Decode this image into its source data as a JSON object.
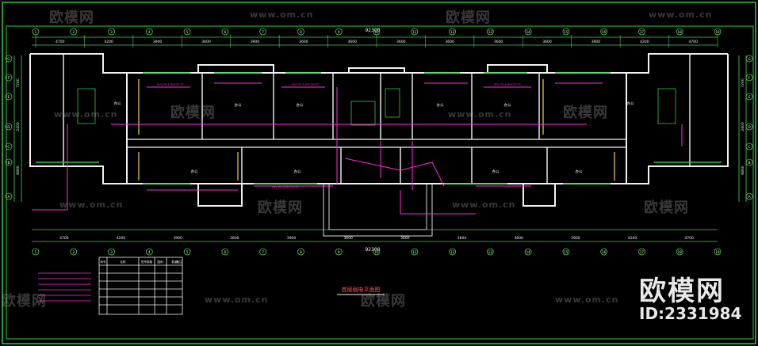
{
  "drawing": {
    "overall_dimension": "92300",
    "top_dimensions": [
      "4700",
      "4200",
      "3900",
      "3600",
      "3900",
      "3600",
      "3600",
      "3600",
      "3600",
      "3600",
      "3600",
      "3900",
      "4200",
      "4700"
    ],
    "bottom_dimensions": [
      "4700",
      "4200",
      "3900",
      "3600",
      "3900",
      "3600",
      "3600",
      "3600",
      "3600",
      "3900",
      "4200",
      "4700"
    ],
    "left_dimensions": [
      "7200",
      "2400",
      "6800"
    ],
    "right_dimensions": [
      "7200",
      "2400",
      "6800"
    ],
    "grid_letters_left": [
      "G",
      "F",
      "E",
      "D",
      "C",
      "B",
      "A"
    ],
    "grid_letters_right": [
      "G",
      "F",
      "E",
      "D",
      "C",
      "B",
      "A"
    ],
    "grid_numbers_top": [
      "1",
      "2",
      "3",
      "4",
      "5",
      "6",
      "7",
      "8",
      "9",
      "10",
      "11",
      "12",
      "13",
      "14",
      "15",
      "16",
      "17",
      "18",
      "19"
    ],
    "grid_numbers_bottom": [
      "1",
      "2",
      "3",
      "4",
      "5",
      "6",
      "7",
      "8",
      "9",
      "10",
      "11",
      "12",
      "13",
      "14",
      "15",
      "16",
      "17",
      "18",
      "19"
    ],
    "room_labels": [
      "办公",
      "办公",
      "办公",
      "办公",
      "办公",
      "办公",
      "办公",
      "办公",
      "办公",
      "办公"
    ],
    "cable_labels": [
      "SYV-75-5-PVC20 FC",
      "SYV-75-5-PVC20 FC",
      "SYV-75-5-PVC20 FC",
      "SYV-75-5-PVC20 FC"
    ],
    "plan_title": "首层弱电平面图",
    "legend_headers": [
      "序号",
      "名称",
      "型号规格",
      "图例",
      "数量",
      "备注"
    ]
  },
  "watermarks": {
    "logo_text": "欧模网",
    "url_text": "www.om.cn"
  },
  "brand": {
    "name": "欧模网",
    "id": "ID:2331984"
  },
  "colors": {
    "background": "#000000",
    "frame": "#2ecc40",
    "walls": "#f2f2f2",
    "cables": "#ff2bd6",
    "dimensions": "#4fd24f",
    "yellow_lines": "#e8d84a"
  }
}
